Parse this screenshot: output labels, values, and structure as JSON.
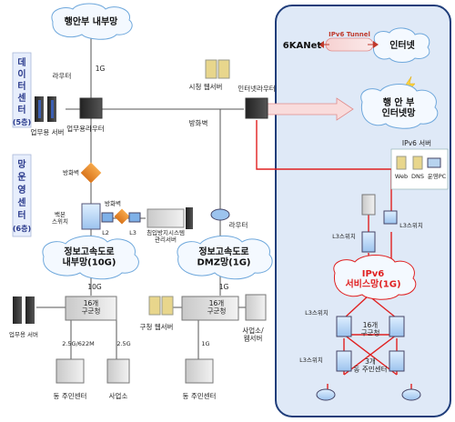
{
  "top_cloud": "행안부 내부망",
  "data_center": [
    "데",
    "이",
    "터",
    "센",
    "터",
    "(5층)"
  ],
  "network_center": [
    "망",
    "운",
    "영",
    "센",
    "터",
    "(6층)"
  ],
  "labels": {
    "router_top": "라우터",
    "uplink_1g": "1G",
    "business_server": "업무용 서버",
    "business_router": "업무용라우터",
    "firewall_left": "방화벽",
    "firewall_mid": "방화벽",
    "firewall_center": "방화벽",
    "backbone_switch": "백본\n스위치",
    "l2": "L2",
    "l3": "L3",
    "mgmt_server": "침입방지시스템\n관리서버",
    "city_webserver": "시청 웹서버",
    "internet_router": "인터넷라우터",
    "router_mid": "라우터",
    "g10": "10G",
    "g1_mid": "1G",
    "districts16_left": "16개\n구군청",
    "districts16_mid": "16개\n구군청",
    "link_2_5g_622m": "2.5G/622M",
    "link_2_5g": "2.5G",
    "link_1g_bottom": "1G",
    "business_server_bottom": "업무용 서버",
    "district_webserver": "구청 웹서버",
    "office_webserver": "사업소/\n웹서버",
    "dong_center_left": "동 주민센터",
    "business_office": "사업소",
    "dong_center_mid": "동 주민센터",
    "ipv6_server": "IPv6 서버",
    "web": "Web",
    "dns": "DNS",
    "ops_pc": "운영PC",
    "l3_switch_a": "L3스위치",
    "l3_switch_b": "L3스위치",
    "l3_switch_c": "L3스위치",
    "l3_switch_d": "L3스위치",
    "districts16_right": "16개\n구군청",
    "dong3": "3개\n동 주민센터"
  },
  "clouds": {
    "internal": "정보고속도로\n내부망(10G)",
    "dmz": "정보고속도로\nDMZ망(1G)",
    "internet": "인터넷",
    "mois_internet": "행 안 부\n인터넷망",
    "ipv6_service": "IPv6\n서비스망(1G)"
  },
  "kanet": "6KANet",
  "ipv6_tunnel": "IPv6 Tunnel",
  "colors": {
    "panel_bg": "#dfe9f7",
    "panel_border": "#1f3d7a",
    "red_line": "#e02020",
    "tunnel_label": "#c0392b",
    "side_box_text": "#2a3a8c",
    "cloud_fill": "#f4f9ff",
    "cloud_stroke": "#6fa8dc"
  }
}
